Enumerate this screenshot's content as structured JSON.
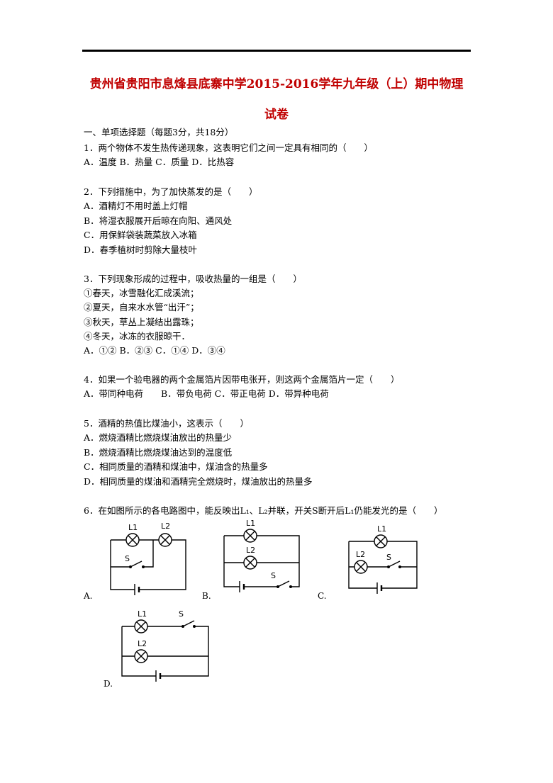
{
  "header": {
    "title_line1": "贵州省贵阳市息烽县底寨中学2015-2016学年九年级（上）期中物理",
    "title_line2": "试卷"
  },
  "section": {
    "heading": "一、单项选择题（每题3分，共18分）"
  },
  "questions": [
    {
      "stem": "1．两个物体不发生热传递现象，这表明它们之间一定具有相同的（　　）",
      "options_line": "A．温度 B．热量 C．质量 D．比热容"
    },
    {
      "stem": "2．下列措施中，为了加快蒸发的是（　　）",
      "options": [
        "A．酒精灯不用时盖上灯帽",
        "B．将湿衣服展开后晾在向阳、通风处",
        "C．用保鲜袋装蔬菜放入冰箱",
        "D．春季植树时剪除大量枝叶"
      ]
    },
    {
      "stem": "3．下列现象形成的过程中，吸收热量的一组是（　　）",
      "statements": [
        "①春天，冰雪融化汇成溪流；",
        "②夏天，自来水水管“出汗”；",
        "③秋天，草丛上凝结出露珠；",
        "④冬天，冰冻的衣服晾干．"
      ],
      "options_line": "A．①② B．②③ C．①④ D．③④"
    },
    {
      "stem": "4．如果一个验电器的两个金属箔片因带电张开，则这两个金属箔片一定（　　）",
      "options_line": "A．带同种电荷　　B．带负电荷 C．带正电荷 D．带异种电荷"
    },
    {
      "stem": "5．酒精的热值比煤油小，这表示（　　）",
      "options": [
        "A．燃烧酒精比燃烧煤油放出的热量少",
        "B．燃烧酒精比燃烧煤油达到的温度低",
        "C．相同质量的酒精和煤油中，煤油含的热量多",
        "D．相同质量的煤油和酒精完全燃烧时，煤油放出的热量多"
      ]
    },
    {
      "stem": "6．在如图所示的各电路图中，能反映出L₁、L₂并联，开关S断开后L₁仍能发光的是（　　）",
      "choice_labels": [
        "A.",
        "B.",
        "C.",
        "D."
      ],
      "diagram_labels": {
        "lamp1": "L1",
        "lamp2": "L2",
        "switch": "S"
      }
    }
  ]
}
